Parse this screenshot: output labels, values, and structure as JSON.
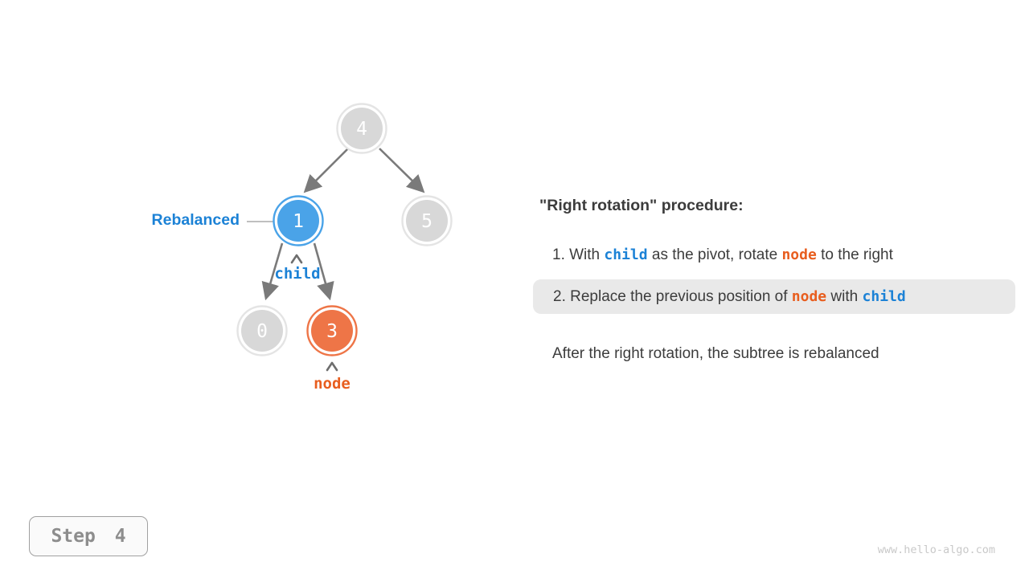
{
  "colors": {
    "blue-fill": "#4AA3E8",
    "orange-fill": "#EE7547",
    "gray-fill": "#D8D8D8",
    "gray-ring": "#E4E4E4",
    "node-digit": "#FFFFFF",
    "blue-text": "#1C82D6",
    "orange-text": "#E85E1F",
    "edge-gray": "#7A7A7A",
    "caret-gray": "#6E6E6E",
    "pointer-gray": "#999999",
    "text-dark": "#3C3C3C",
    "highlight-bg": "#E9E9E9",
    "step-border": "#A0A0A0",
    "step-text": "#8D8D8D",
    "step-bg": "#FAFAFA",
    "watermark-gray": "#C9C9C9"
  },
  "tree": {
    "label_rebalanced": "Rebalanced",
    "label_child": "child",
    "label_node": "node",
    "nodes": [
      {
        "value": "4",
        "state": "gray"
      },
      {
        "value": "1",
        "state": "blue"
      },
      {
        "value": "5",
        "state": "gray"
      },
      {
        "value": "0",
        "state": "gray"
      },
      {
        "value": "3",
        "state": "orange"
      }
    ],
    "edges": [
      {
        "from": "4",
        "to": "1"
      },
      {
        "from": "4",
        "to": "5"
      },
      {
        "from": "1",
        "to": "0"
      },
      {
        "from": "1",
        "to": "3"
      }
    ]
  },
  "panel": {
    "heading": "\"Right rotation\" procedure:",
    "item1": {
      "pre": "1. With ",
      "code1": "child",
      "mid": " as the pivot, rotate ",
      "code2": "node",
      "post": " to the right"
    },
    "item2": {
      "pre": "2. Replace the previous position of ",
      "code1": "node",
      "mid": " with ",
      "code2": "child",
      "post": ""
    },
    "note": "After the right rotation, the subtree is rebalanced"
  },
  "footer": {
    "step_label": "Step 4",
    "watermark": "www.hello-algo.com"
  }
}
